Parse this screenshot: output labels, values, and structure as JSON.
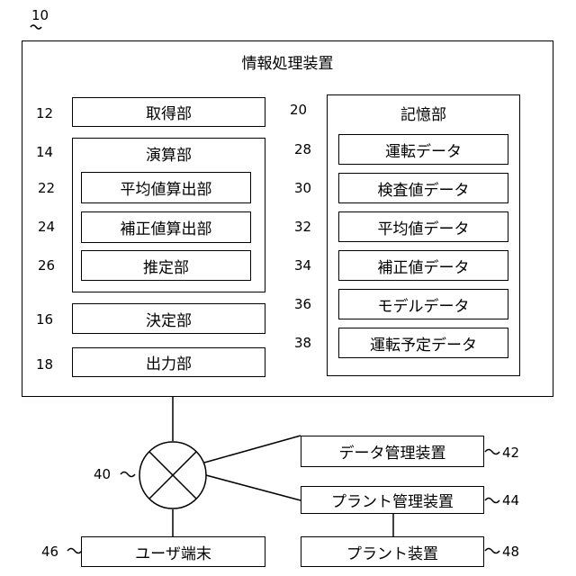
{
  "outer": {
    "ref": "10",
    "title": "情報処理装置"
  },
  "acquisition": {
    "ref": "12",
    "label": "取得部"
  },
  "computation": {
    "ref": "14",
    "label": "演算部",
    "avg_calc": {
      "ref": "22",
      "label": "平均値算出部"
    },
    "corr_calc": {
      "ref": "24",
      "label": "補正値算出部"
    },
    "estimation": {
      "ref": "26",
      "label": "推定部"
    }
  },
  "decision": {
    "ref": "16",
    "label": "決定部"
  },
  "output": {
    "ref": "18",
    "label": "出力部"
  },
  "storage": {
    "ref": "20",
    "label": "記憶部",
    "items": [
      {
        "ref": "28",
        "label": "運転データ"
      },
      {
        "ref": "30",
        "label": "検査値データ"
      },
      {
        "ref": "32",
        "label": "平均値データ"
      },
      {
        "ref": "34",
        "label": "補正値データ"
      },
      {
        "ref": "36",
        "label": "モデルデータ"
      },
      {
        "ref": "38",
        "label": "運転予定データ"
      }
    ]
  },
  "network": {
    "ref": "40"
  },
  "data_mgmt": {
    "ref": "42",
    "label": "データ管理装置"
  },
  "plant_mgmt": {
    "ref": "44",
    "label": "プラント管理装置"
  },
  "user_terminal": {
    "ref": "46",
    "label": "ユーザ端末"
  },
  "plant": {
    "ref": "48",
    "label": "プラント装置"
  }
}
